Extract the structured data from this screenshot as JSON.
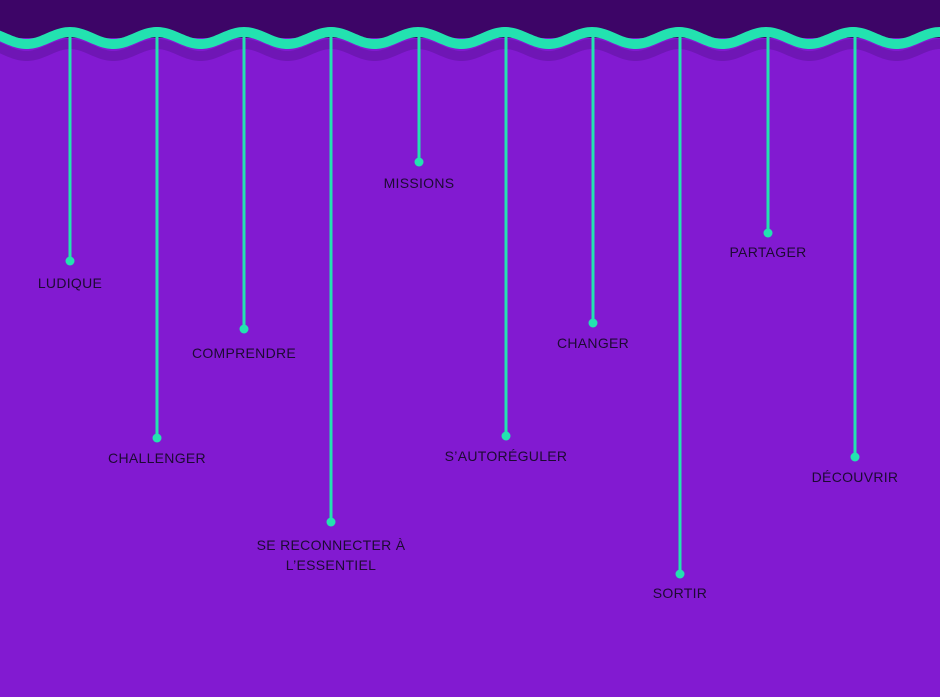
{
  "colors": {
    "background": "#821ad1",
    "top_band": "#3d0567",
    "wave_shadow": "#6f16b5",
    "wave": "#23e2b0",
    "label_text": "#1d0a33"
  },
  "labels": [
    {
      "id": "ludique",
      "lines": [
        "LUDIQUE"
      ]
    },
    {
      "id": "challenger",
      "lines": [
        "CHALLENGER"
      ]
    },
    {
      "id": "comprendre",
      "lines": [
        "COMPRENDRE"
      ]
    },
    {
      "id": "se-reconnecter",
      "lines": [
        "SE RECONNECTER À",
        "L’ESSENTIEL"
      ]
    },
    {
      "id": "missions",
      "lines": [
        "MISSIONS"
      ]
    },
    {
      "id": "sautoreguler",
      "lines": [
        "S’AUTORÉGULER"
      ]
    },
    {
      "id": "changer",
      "lines": [
        "CHANGER"
      ]
    },
    {
      "id": "sortir",
      "lines": [
        "SORTIR"
      ]
    },
    {
      "id": "partager",
      "lines": [
        "PARTAGER"
      ]
    },
    {
      "id": "decouvrir",
      "lines": [
        "DÉCOUVRIR"
      ]
    }
  ]
}
